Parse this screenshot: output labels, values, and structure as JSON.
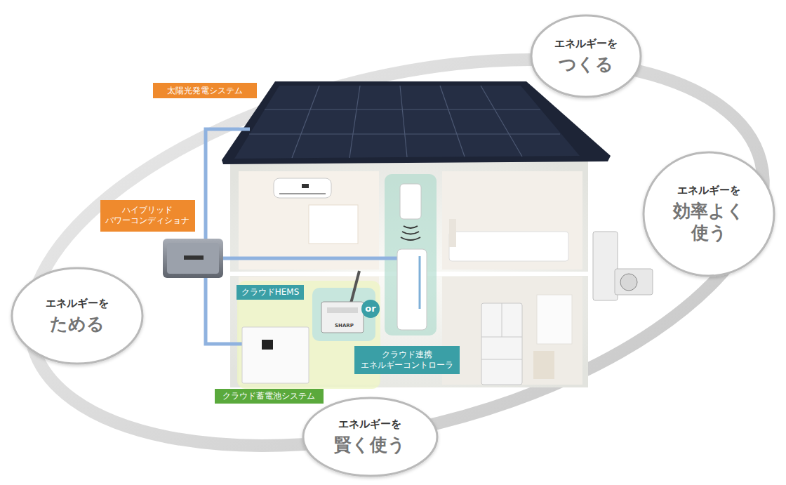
{
  "diagram": {
    "nodes": [
      {
        "text": [
          "エネルギーを",
          "つくる"
        ]
      },
      {
        "text": [
          "太陽光発電システム"
        ]
      },
      {
        "text": [
          "ハイブリッド パワーコンディショナ"
        ]
      },
      {
        "text": [
          "エネルギーを",
          "効率よく 使う"
        ]
      },
      {
        "text": [
          "クラウドHEMS"
        ]
      },
      {
        "text": [
          "or"
        ]
      },
      {
        "text": [
          "エネルギーを",
          "ためる"
        ]
      },
      {
        "text": [
          "クラウド連携 エネルギーコントローラ"
        ]
      },
      {
        "text": [
          "クラウド蓄電池システム"
        ]
      },
      {
        "text": [
          "エネルギーを",
          "賢く使う"
        ]
      }
    ],
    "labels": [
      "SHARP"
    ]
  }
}
